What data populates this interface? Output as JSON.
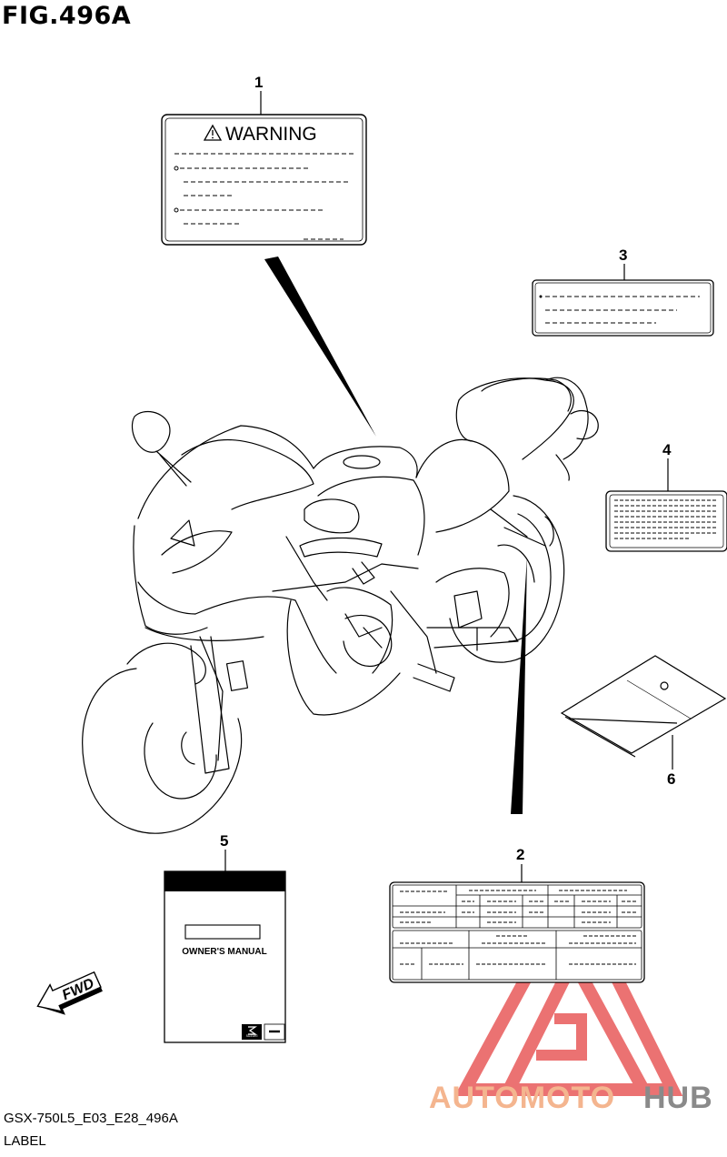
{
  "figure": {
    "title": "FIG.496A"
  },
  "callouts": [
    "1",
    "2",
    "3",
    "4",
    "5",
    "6"
  ],
  "warning_label": {
    "heading": "WARNING"
  },
  "manual": {
    "title": "OWNER'S MANUAL",
    "brand_mark": "SUZUKI"
  },
  "direction_arrow": {
    "text": "FWD"
  },
  "watermark": {
    "part1": "AUTOMOTO",
    "part2": "HUB",
    "color1": "#f4b58f",
    "color2": "#8a8a8a",
    "triangle_color": "#e85a5a"
  },
  "footer": {
    "code": "GSX-750L5_E03_E28_496A",
    "section": "LABEL"
  }
}
